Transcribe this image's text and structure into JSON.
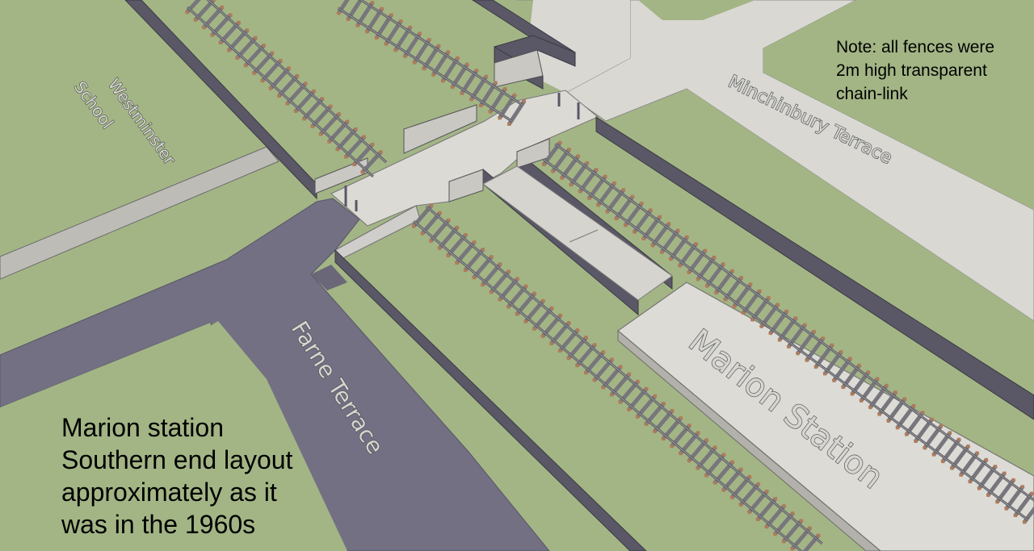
{
  "labels": {
    "school": "Westminster\nSchool",
    "street_east": "Minchinbury Terrace",
    "street_west": "Farne Terrace",
    "platform": "Marion Station"
  },
  "captions": {
    "title": "Marion station\nSouthern end layout\napproximately as it\nwas in the 1960s",
    "note": "Note: all fences were\n2m high transparent\nchain-link"
  },
  "colors": {
    "grass": "#a3b585",
    "road": "#737084",
    "road_edge": "#5c5a6c",
    "footpath": "#d9d8d3",
    "wall_side": "#5a5766",
    "wall_top": "#c8c8c2",
    "rail": "#8d8d92",
    "sleeper": "#77767c",
    "sleeper_pad": "#b27a58",
    "ballast": "#95918e"
  },
  "icons": [
    "crossing-gate-post-icon"
  ]
}
